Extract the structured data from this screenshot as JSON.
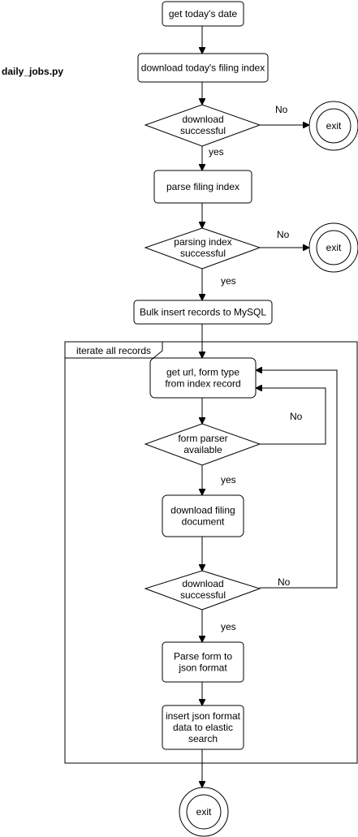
{
  "title": "daily_jobs.py",
  "nodes": {
    "get_date": [
      "get today's date"
    ],
    "download_index": [
      "download today's filing index"
    ],
    "download_ok_1": [
      "download",
      "successful"
    ],
    "exit_1": [
      "exit"
    ],
    "parse_index": [
      "parse filing index"
    ],
    "parsing_ok": [
      "parsing index",
      "successful"
    ],
    "exit_2": [
      "exit"
    ],
    "bulk_insert": [
      "Bulk insert records to MySQL"
    ],
    "get_url": [
      "get url, form type",
      "from index record"
    ],
    "parser_available": [
      "form parser",
      "available"
    ],
    "download_doc": [
      "download filing",
      "document"
    ],
    "download_ok_2": [
      "download",
      "successful"
    ],
    "parse_form": [
      "Parse form to",
      "json format"
    ],
    "insert_json": [
      "insert json format",
      "data to elastic",
      "search"
    ],
    "exit_3": [
      "exit"
    ]
  },
  "loop_label": "iterate all records",
  "edges": {
    "no_1": "No",
    "yes_1": "yes",
    "no_2": "No",
    "yes_2": "yes",
    "no_3": "No",
    "yes_3": "yes",
    "no_4": "No",
    "yes_4": "yes"
  }
}
